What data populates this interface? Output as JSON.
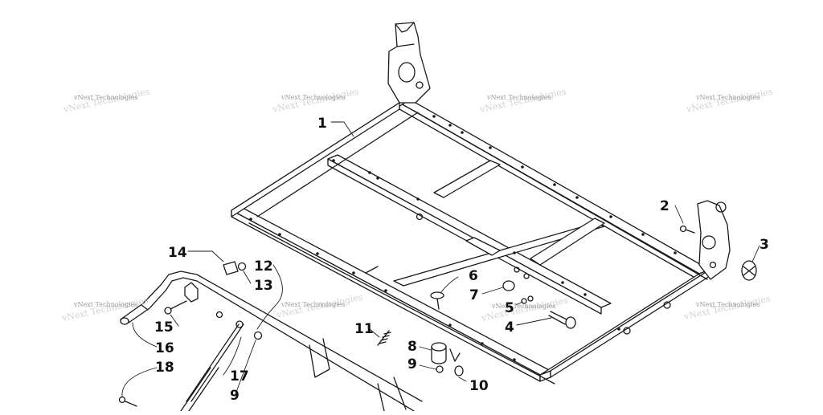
{
  "watermark": {
    "text": "vNext Technologies"
  },
  "callouts": [
    "1",
    "2",
    "3",
    "4",
    "5",
    "6",
    "7",
    "8",
    "9",
    "10",
    "11",
    "12",
    "13",
    "14",
    "15",
    "16",
    "17",
    "18",
    "9"
  ],
  "colors": {
    "line": "#1a1a1a",
    "background": "#ffffff",
    "watermark": "#9a9a9a"
  }
}
